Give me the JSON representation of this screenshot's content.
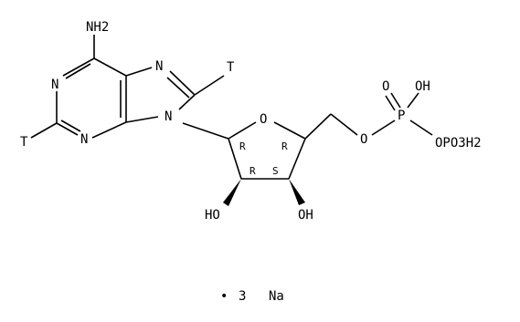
{
  "molecule": {
    "atoms": {
      "nh2": "NH2",
      "n1": "N",
      "n3": "N",
      "n7": "N",
      "n9": "N",
      "t2": "T",
      "t8": "T",
      "o_ring": "O",
      "o_ester": "O",
      "p": "P",
      "p_oxo": "O",
      "p_oh": "OH",
      "opo3h2": "OPO3H2",
      "oh_2p": "HO",
      "oh_3p": "OH"
    },
    "stereo": {
      "c1": "R",
      "c2": "R",
      "c3": "S",
      "c4": "R"
    },
    "salt": {
      "dot": "•",
      "count": "3",
      "ion": "Na"
    }
  }
}
